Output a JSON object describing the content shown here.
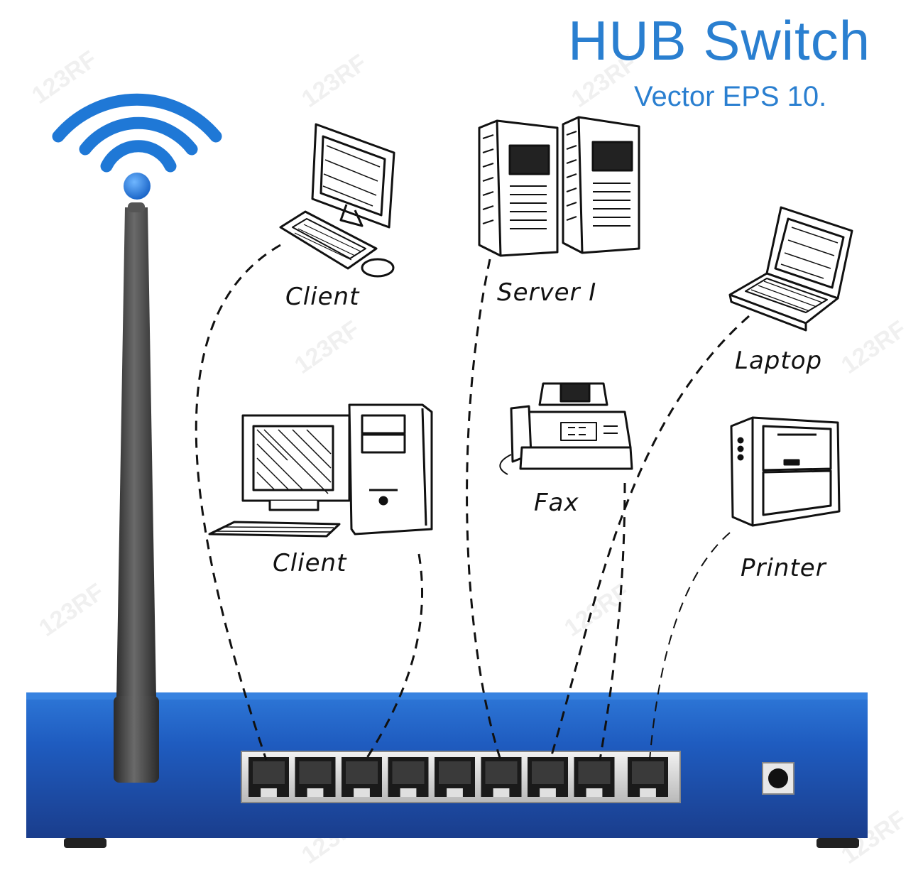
{
  "header": {
    "title": "HUB Switch",
    "subtitle": "Vector EPS 10."
  },
  "devices": {
    "client_top": "Client",
    "client_bottom": "Client",
    "server": "Server I",
    "fax": "Fax",
    "laptop": "Laptop",
    "printer": "Printer"
  },
  "watermark": "123RF",
  "hub": {
    "port_count": 9,
    "connected_ports": [
      1,
      3,
      6,
      7,
      8,
      9
    ]
  },
  "colors": {
    "hub_blue": "#1d4fa6",
    "wifi_blue": "#1f78d6",
    "antenna": "#444444"
  }
}
